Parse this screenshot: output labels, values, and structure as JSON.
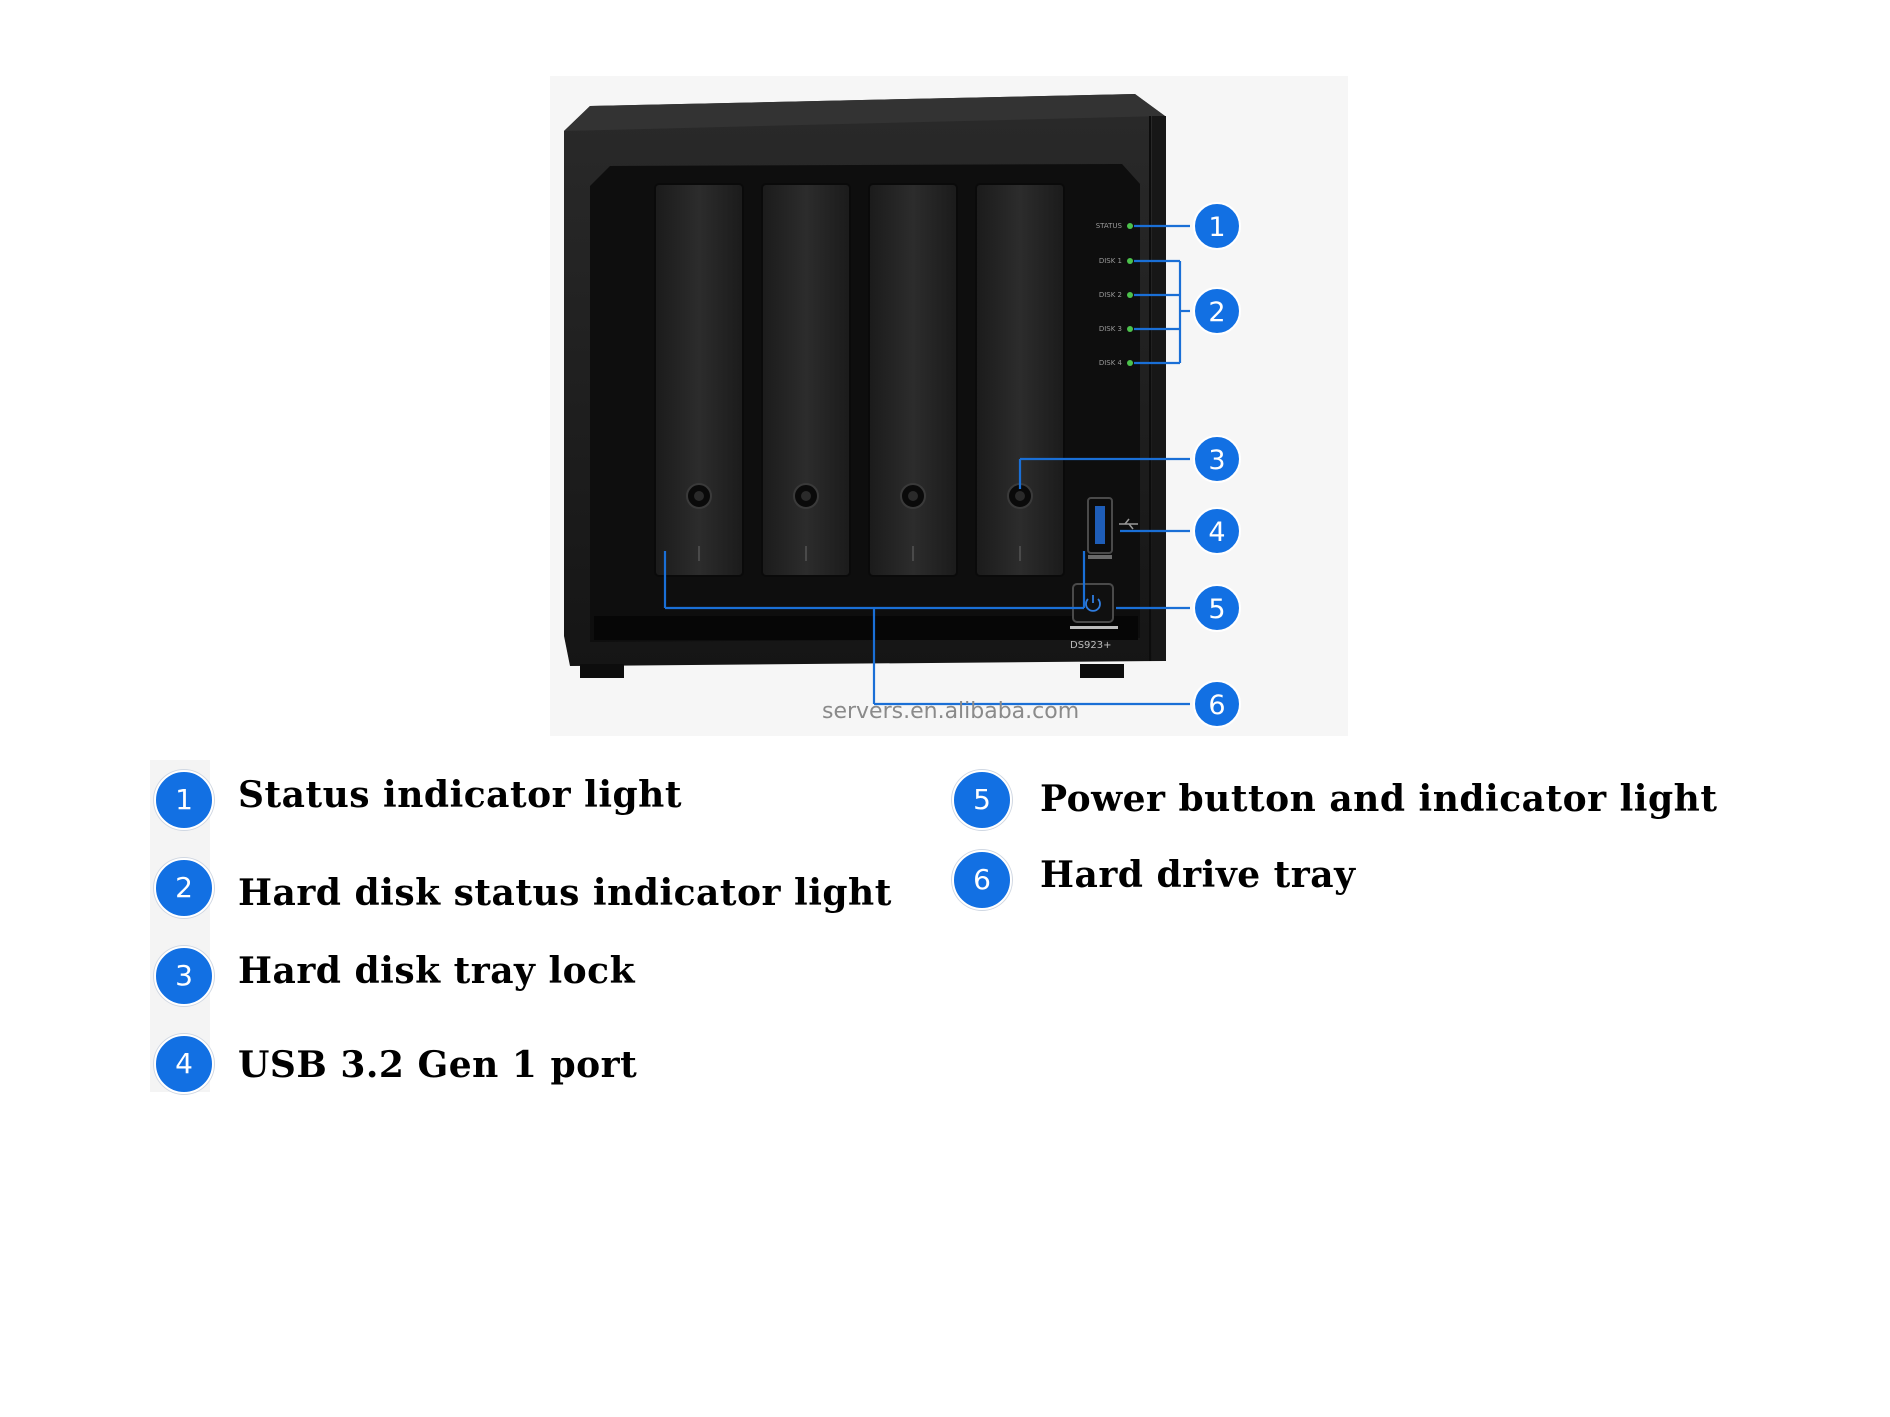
{
  "figure": {
    "watermark": "servers.en.alibaba.com",
    "led_labels": [
      "STATUS",
      "DISK 1",
      "DISK 2",
      "DISK 3",
      "DISK 4"
    ],
    "model_label": "DS923+",
    "callouts": [
      "1",
      "2",
      "3",
      "4",
      "5",
      "6"
    ],
    "colors": {
      "callout_blue": "#1270e3",
      "leader_line": "#1a6fd6",
      "led_green": "#4cc24c",
      "chassis": "#1f1f1f"
    }
  },
  "legend": {
    "items": [
      {
        "number": "1",
        "label": "Status indicator light"
      },
      {
        "number": "2",
        "label": "Hard disk status indicator light"
      },
      {
        "number": "3",
        "label": "Hard disk tray lock"
      },
      {
        "number": "4",
        "label": "USB 3.2 Gen 1 port"
      },
      {
        "number": "5",
        "label": "Power button and indicator light"
      },
      {
        "number": "6",
        "label": "Hard drive tray"
      }
    ]
  }
}
